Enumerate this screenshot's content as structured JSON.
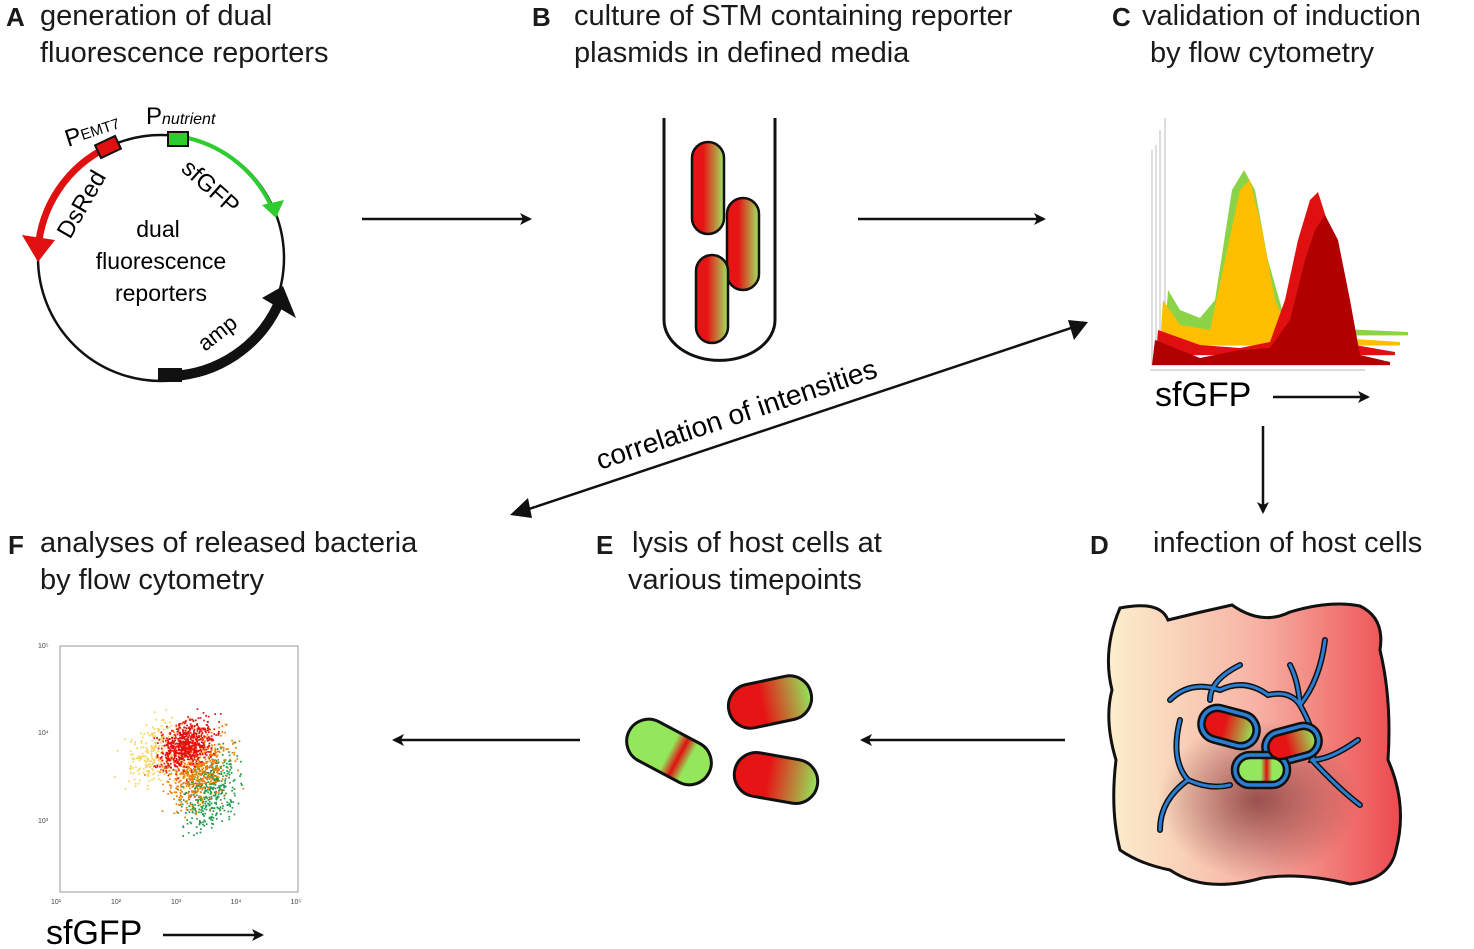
{
  "panels": {
    "A": {
      "letter": "A",
      "line1": "generation of dual",
      "line2": "fluorescence reporters"
    },
    "B": {
      "letter": "B",
      "line1": "culture of STM containing reporter",
      "line2": "plasmids in defined media"
    },
    "C": {
      "letter": "C",
      "line1": "validation of induction",
      "line2": "by flow cytometry"
    },
    "D": {
      "letter": "D",
      "line1": "infection of host cells"
    },
    "E": {
      "letter": "E",
      "line1": "lysis of host cells at",
      "line2": "various timepoints"
    },
    "F": {
      "letter": "F",
      "line1": "analyses of released bacteria",
      "line2": "by flow cytometry"
    }
  },
  "plasmid": {
    "center_line1": "dual",
    "center_line2": "fluorescence",
    "center_line3": "reporters",
    "promoter_emt7_p": "P",
    "promoter_emt7_sub": "EMT7",
    "promoter_nutrient_p": "P",
    "promoter_nutrient_sub": "nutrient",
    "gene_red": "DsRed",
    "gene_green": "sfGFP",
    "gene_resistance": "amp"
  },
  "correlation_label": "correlation of intensities",
  "histogram": {
    "xlabel": "sfGFP"
  },
  "scatter": {
    "xlabel": "sfGFP",
    "x_ticks": [
      "10¹",
      "10²",
      "10³",
      "10⁴",
      "10⁵"
    ],
    "y_ticks": [
      "10³",
      "10⁴",
      "10⁵"
    ]
  },
  "colors": {
    "red": "#e01010",
    "green": "#2ecc2e",
    "light_green": "#8fe65a",
    "dark_red": "#b00000",
    "yellow": "#ffc000",
    "cell_blue": "#2a7fd4"
  }
}
